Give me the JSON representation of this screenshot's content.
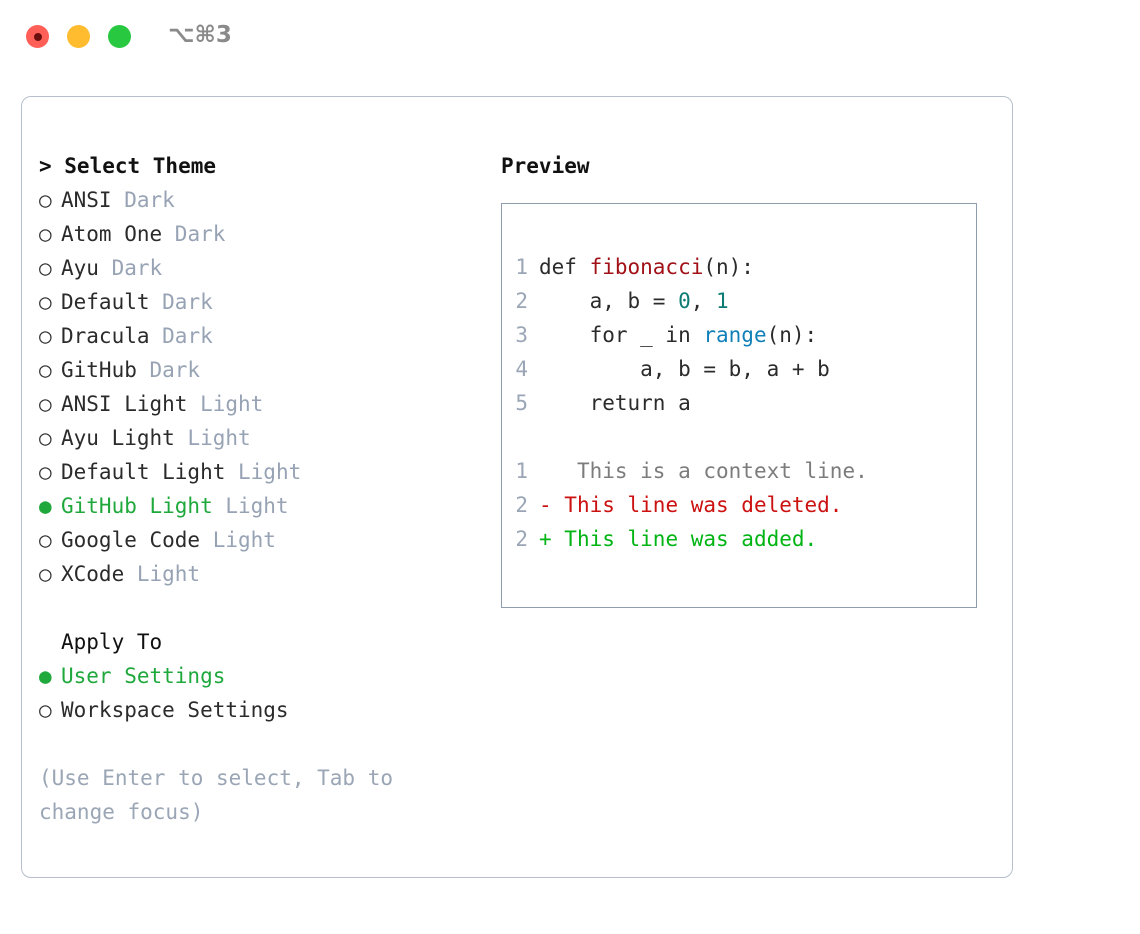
{
  "titlebar": {
    "shortcut": "⌥⌘3",
    "buttons": [
      {
        "name": "close",
        "color": "#ff5f57"
      },
      {
        "name": "minimize",
        "color": "#febc2e"
      },
      {
        "name": "zoom",
        "color": "#28c840"
      }
    ]
  },
  "left": {
    "header": "> Select Theme",
    "themes": [
      {
        "selected": false,
        "marker": "○",
        "name": "ANSI",
        "kind": "Dark"
      },
      {
        "selected": false,
        "marker": "○",
        "name": "Atom One",
        "kind": "Dark"
      },
      {
        "selected": false,
        "marker": "○",
        "name": "Ayu",
        "kind": "Dark"
      },
      {
        "selected": false,
        "marker": "○",
        "name": "Default",
        "kind": "Dark"
      },
      {
        "selected": false,
        "marker": "○",
        "name": "Dracula",
        "kind": "Dark"
      },
      {
        "selected": false,
        "marker": "○",
        "name": "GitHub",
        "kind": "Dark"
      },
      {
        "selected": false,
        "marker": "○",
        "name": "ANSI Light",
        "kind": "Light"
      },
      {
        "selected": false,
        "marker": "○",
        "name": "Ayu Light",
        "kind": "Light"
      },
      {
        "selected": false,
        "marker": "○",
        "name": "Default Light",
        "kind": "Light"
      },
      {
        "selected": true,
        "marker": "●",
        "name": "GitHub Light",
        "kind": "Light"
      },
      {
        "selected": false,
        "marker": "○",
        "name": "Google Code",
        "kind": "Light"
      },
      {
        "selected": false,
        "marker": "○",
        "name": "XCode",
        "kind": "Light"
      }
    ],
    "apply_to_header": "Apply To",
    "apply_to": [
      {
        "selected": true,
        "marker": "●",
        "label": "User Settings"
      },
      {
        "selected": false,
        "marker": "○",
        "label": "Workspace Settings"
      }
    ],
    "hint": "(Use Enter to select, Tab to\nchange focus)"
  },
  "right": {
    "title": "Preview",
    "code": [
      {
        "no": "1",
        "segments": [
          {
            "t": "def ",
            "c": "plain"
          },
          {
            "t": "fibonacci",
            "c": "func"
          },
          {
            "t": "(n):",
            "c": "plain"
          }
        ]
      },
      {
        "no": "2",
        "segments": [
          {
            "t": "    a, b = ",
            "c": "plain"
          },
          {
            "t": "0",
            "c": "num"
          },
          {
            "t": ", ",
            "c": "plain"
          },
          {
            "t": "1",
            "c": "num"
          }
        ]
      },
      {
        "no": "3",
        "segments": [
          {
            "t": "    for _ in ",
            "c": "plain"
          },
          {
            "t": "range",
            "c": "call"
          },
          {
            "t": "(n):",
            "c": "plain"
          }
        ]
      },
      {
        "no": "4",
        "segments": [
          {
            "t": "        a, b = b, a + b",
            "c": "plain"
          }
        ]
      },
      {
        "no": "5",
        "segments": [
          {
            "t": "    return a",
            "c": "plain"
          }
        ]
      }
    ],
    "diff": [
      {
        "no": "1",
        "marker": " ",
        "text": "  This is a context line.",
        "kind": "context"
      },
      {
        "no": "2",
        "marker": "-",
        "text": " This line was deleted.",
        "kind": "deleted"
      },
      {
        "no": "2",
        "marker": "+",
        "text": " This line was added.",
        "kind": "added"
      }
    ]
  },
  "colors": {
    "accent_green": "#1fa83c",
    "muted": "#97a3b4",
    "diff_add": "#00b414",
    "diff_del": "#cc1111",
    "token_func": "#a11117",
    "token_num": "#0d7b73",
    "token_call": "#1080b8"
  }
}
